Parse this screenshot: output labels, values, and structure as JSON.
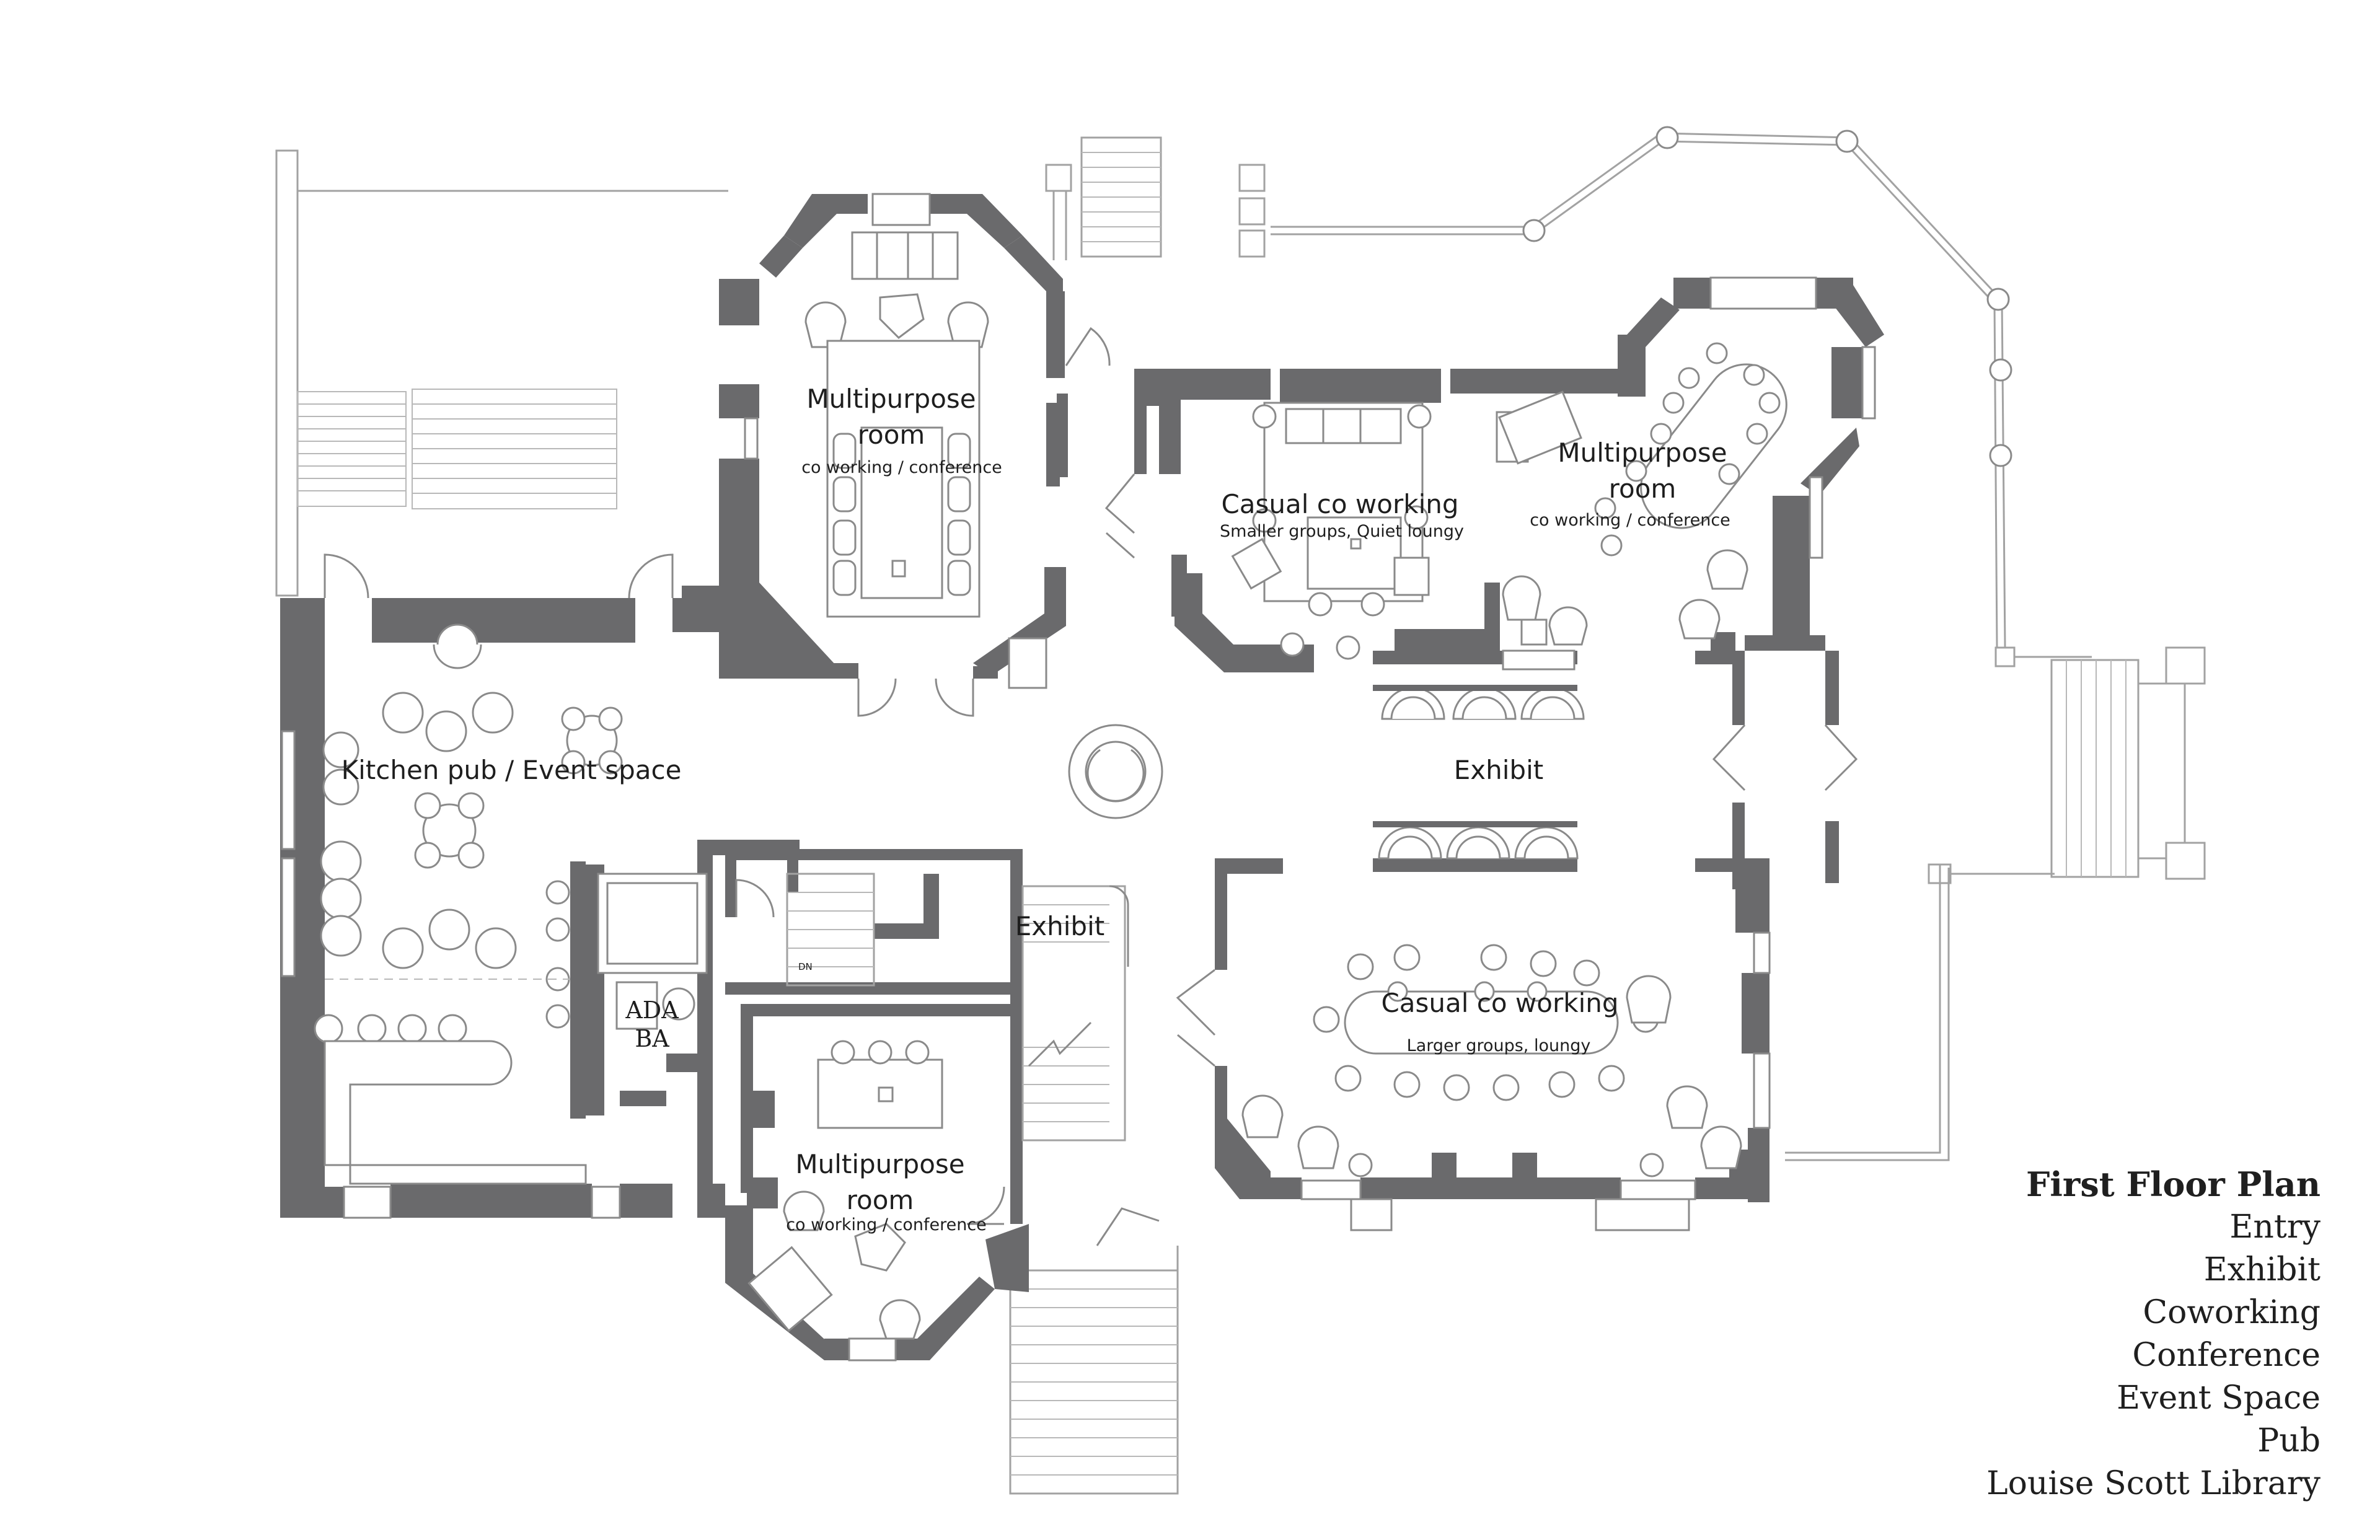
{
  "plan": {
    "rooms": {
      "multipurpose_north_title": "Multipurpose room",
      "multipurpose_north_sub": "co working / conference",
      "casual_small_title": "Casual co working",
      "casual_small_sub": "Smaller groups, Quiet loungy",
      "multipurpose_east_title": "Multipurpose room",
      "multipurpose_east_sub": "co working / conference",
      "kitchen_pub": "Kitchen pub / Event space",
      "exhibit_center": "Exhibit",
      "exhibit_stair": "Exhibit",
      "casual_large_title": "Casual co working",
      "casual_large_sub": "Larger groups, loungy",
      "ada_ba": "ADA BA",
      "multipurpose_south_title": "Multipurpose room",
      "multipurpose_south_sub": "co working / conference",
      "stair_dn": "DN"
    }
  },
  "legend": {
    "title": "First Floor Plan",
    "items": [
      "Entry",
      "Exhibit",
      "Coworking",
      "Conference",
      "Event Space",
      "Pub",
      "Louise Scott Library"
    ]
  },
  "colors": {
    "wall": "#6a6a6c",
    "line": "#a2a2a2",
    "text": "#1e1e1e"
  }
}
